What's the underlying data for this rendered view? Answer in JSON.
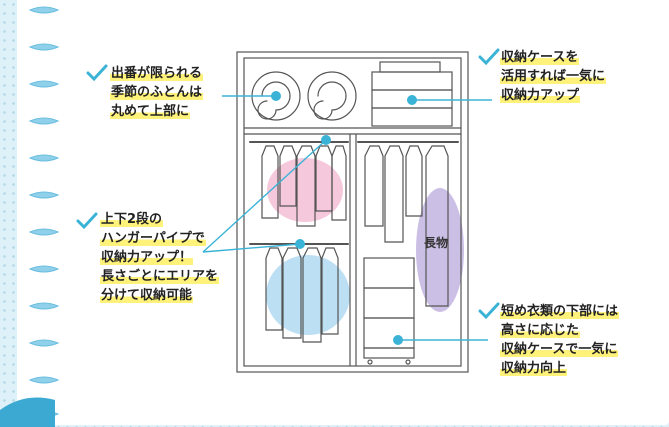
{
  "callouts": {
    "futon": [
      "出番が限られる",
      "季節のふとんは",
      "丸めて上部に"
    ],
    "storage_case": [
      "収納ケースを",
      "活用すれば一気に",
      "収納力アップ"
    ],
    "pipe": [
      "上下2段の",
      "ハンガーパイプで",
      "収納力アップ！",
      "長さごとにエリアを",
      "分けて収納可能"
    ],
    "lower": [
      "短め衣類の下部には",
      "高さに応じた",
      "収納ケースで一気に",
      "収納力向上"
    ]
  },
  "long_items_label": "長物",
  "icons": {
    "check": "checkmark-icon"
  },
  "colors": {
    "accent": "#3bb3d6",
    "highlight": "#fff27a",
    "pink": "#f3b6cf",
    "blue": "#9fd2ee",
    "purple": "#b7a4dc",
    "sketch": "#555555"
  }
}
